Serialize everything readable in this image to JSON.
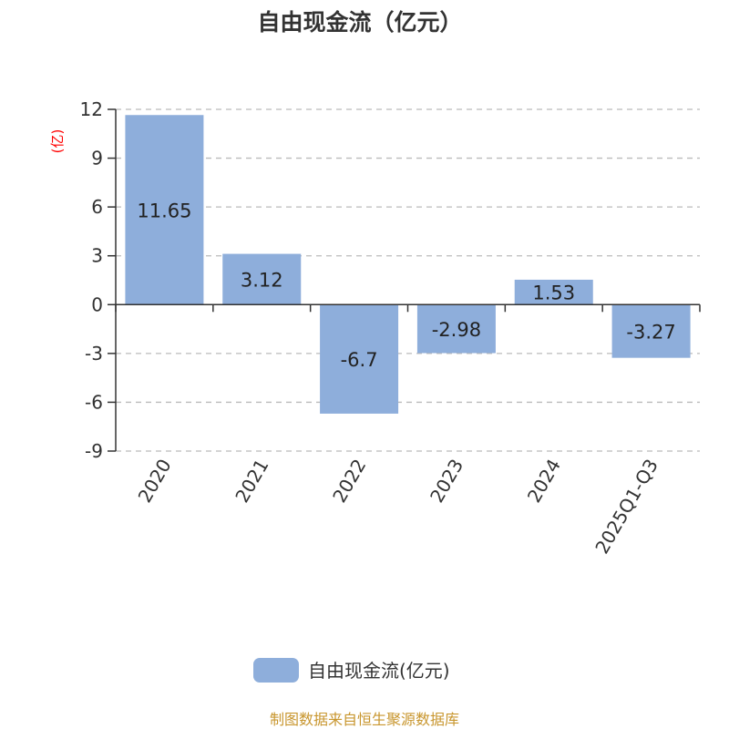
{
  "chart_data": {
    "type": "bar",
    "title": "自由现金流（亿元）",
    "ylabel": "(亿)",
    "xlabel": "",
    "categories": [
      "2020",
      "2021",
      "2022",
      "2023",
      "2024",
      "2025Q1-Q3"
    ],
    "series": [
      {
        "name": "自由现金流(亿元)",
        "values": [
          11.65,
          3.12,
          -6.7,
          -2.98,
          1.53,
          -3.27
        ],
        "color": "#8eaedb"
      }
    ],
    "ylim": [
      -9,
      12
    ],
    "yticks": [
      12,
      9,
      6,
      3,
      0,
      -3,
      -6,
      -9
    ],
    "grid": true,
    "legend_position": "bottom"
  },
  "footer": "制图数据来自恒生聚源数据库",
  "colors": {
    "ylabel": "#ff0000",
    "footer": "#c8962e",
    "grid": "#bbbbbb"
  }
}
